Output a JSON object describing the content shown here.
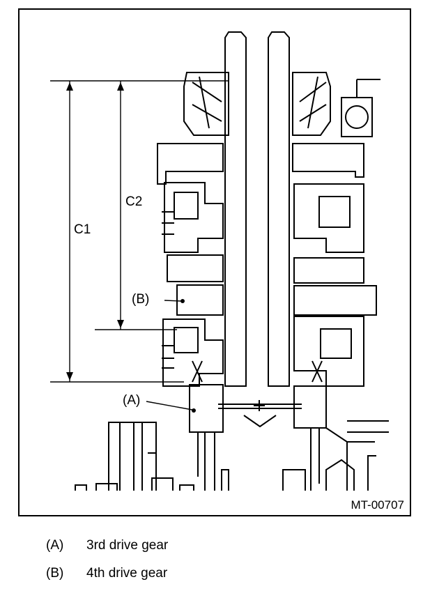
{
  "figure": {
    "id": "MT-00707",
    "labels": {
      "c1": "C1",
      "c2": "C2",
      "b": "(B)",
      "a": "(A)"
    }
  },
  "legend": [
    {
      "key": "(A)",
      "text": "3rd drive gear"
    },
    {
      "key": "(B)",
      "text": "4th drive gear"
    }
  ]
}
